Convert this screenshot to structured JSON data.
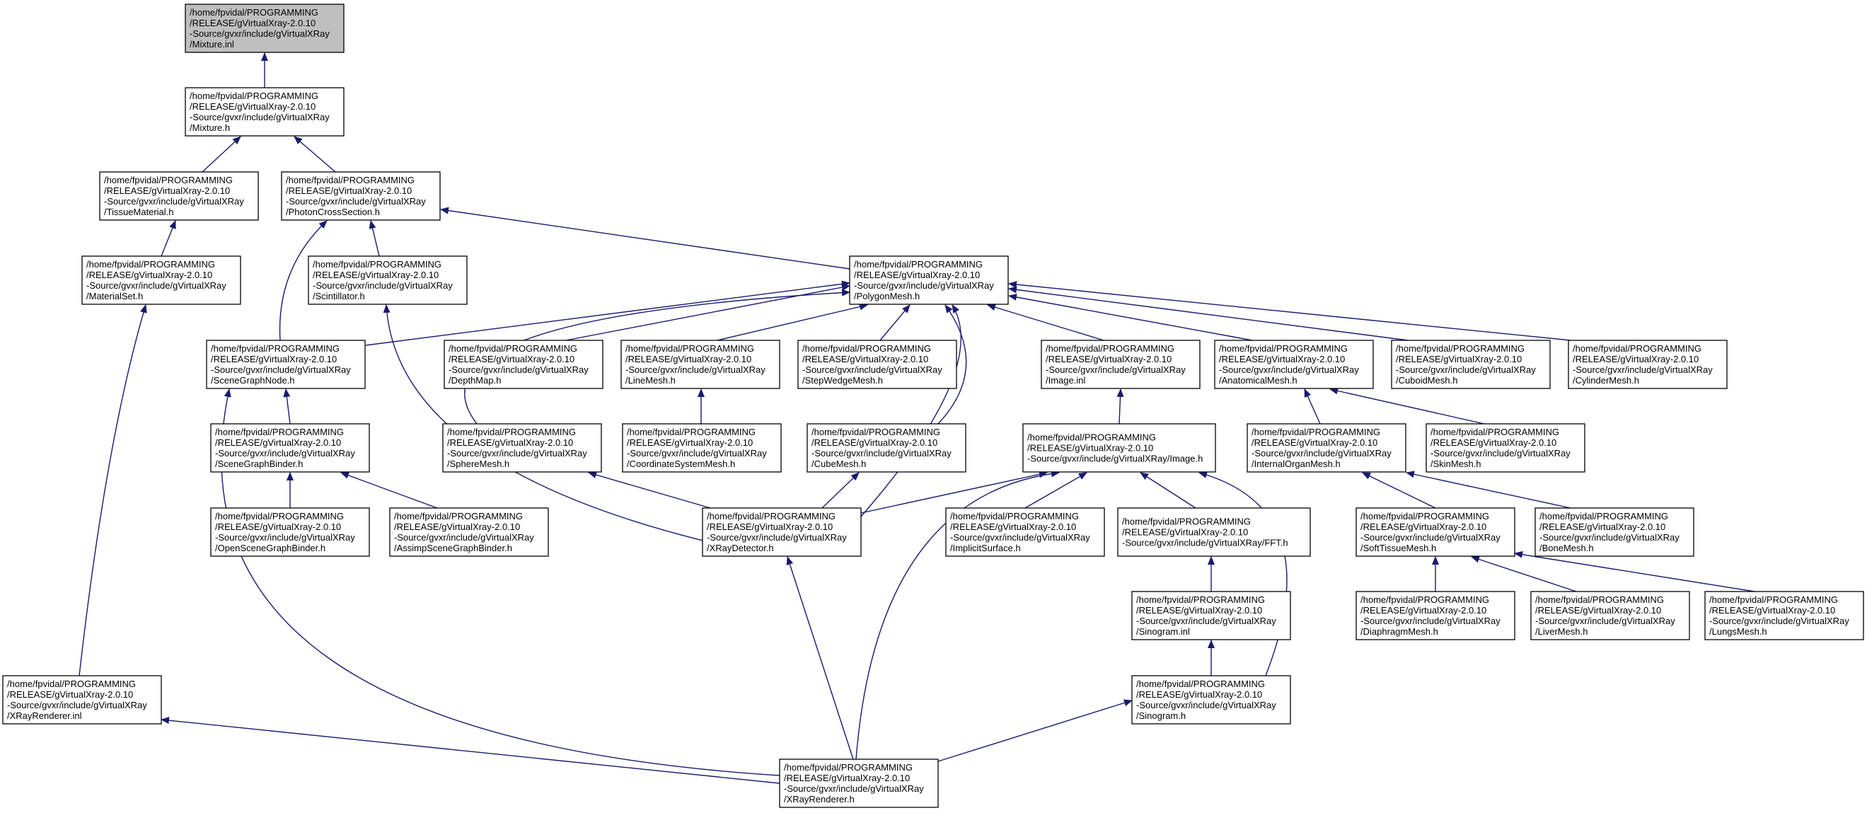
{
  "graph": {
    "colors": {
      "edge": "#191970",
      "root_fill": "#bfbfbf",
      "node_fill": "#ffffff",
      "node_border": "#000000"
    },
    "nodes": [
      {
        "id": "mixture_inl",
        "lines": [
          "/home/fpvidal/PROGRAMMING",
          "/RELEASE/gVirtualXray-2.0.10",
          "-Source/gvxr/include/gVirtualXRay",
          "/Mixture.inl"
        ],
        "root": true
      },
      {
        "id": "mixture_h",
        "lines": [
          "/home/fpvidal/PROGRAMMING",
          "/RELEASE/gVirtualXray-2.0.10",
          "-Source/gvxr/include/gVirtualXRay",
          "/Mixture.h"
        ]
      },
      {
        "id": "tissuematerial_h",
        "lines": [
          "/home/fpvidal/PROGRAMMING",
          "/RELEASE/gVirtualXray-2.0.10",
          "-Source/gvxr/include/gVirtualXRay",
          "/TissueMaterial.h"
        ]
      },
      {
        "id": "photoncrosssection_h",
        "lines": [
          "/home/fpvidal/PROGRAMMING",
          "/RELEASE/gVirtualXray-2.0.10",
          "-Source/gvxr/include/gVirtualXRay",
          "/PhotonCrossSection.h"
        ]
      },
      {
        "id": "materialset_h",
        "lines": [
          "/home/fpvidal/PROGRAMMING",
          "/RELEASE/gVirtualXray-2.0.10",
          "-Source/gvxr/include/gVirtualXRay",
          "/MaterialSet.h"
        ]
      },
      {
        "id": "scintillator_h",
        "lines": [
          "/home/fpvidal/PROGRAMMING",
          "/RELEASE/gVirtualXray-2.0.10",
          "-Source/gvxr/include/gVirtualXRay",
          "/Scintillator.h"
        ]
      },
      {
        "id": "polygonmesh_h",
        "lines": [
          "/home/fpvidal/PROGRAMMING",
          "/RELEASE/gVirtualXray-2.0.10",
          "-Source/gvxr/include/gVirtualXRay",
          "/PolygonMesh.h"
        ]
      },
      {
        "id": "scenegraphnode_h",
        "lines": [
          "/home/fpvidal/PROGRAMMING",
          "/RELEASE/gVirtualXray-2.0.10",
          "-Source/gvxr/include/gVirtualXRay",
          "/SceneGraphNode.h"
        ]
      },
      {
        "id": "depthmap_h",
        "lines": [
          "/home/fpvidal/PROGRAMMING",
          "/RELEASE/gVirtualXray-2.0.10",
          "-Source/gvxr/include/gVirtualXRay",
          "/DepthMap.h"
        ]
      },
      {
        "id": "linemesh_h",
        "lines": [
          "/home/fpvidal/PROGRAMMING",
          "/RELEASE/gVirtualXray-2.0.10",
          "-Source/gvxr/include/gVirtualXRay",
          "/LineMesh.h"
        ]
      },
      {
        "id": "stepwedgemesh_h",
        "lines": [
          "/home/fpvidal/PROGRAMMING",
          "/RELEASE/gVirtualXray-2.0.10",
          "-Source/gvxr/include/gVirtualXRay",
          "/StepWedgeMesh.h"
        ]
      },
      {
        "id": "image_inl",
        "lines": [
          "/home/fpvidal/PROGRAMMING",
          "/RELEASE/gVirtualXray-2.0.10",
          "-Source/gvxr/include/gVirtualXRay",
          "/Image.inl"
        ]
      },
      {
        "id": "anatomicalmesh_h",
        "lines": [
          "/home/fpvidal/PROGRAMMING",
          "/RELEASE/gVirtualXray-2.0.10",
          "-Source/gvxr/include/gVirtualXRay",
          "/AnatomicalMesh.h"
        ]
      },
      {
        "id": "cuboidmesh_h",
        "lines": [
          "/home/fpvidal/PROGRAMMING",
          "/RELEASE/gVirtualXray-2.0.10",
          "-Source/gvxr/include/gVirtualXRay",
          "/CuboidMesh.h"
        ]
      },
      {
        "id": "cylindermesh_h",
        "lines": [
          "/home/fpvidal/PROGRAMMING",
          "/RELEASE/gVirtualXray-2.0.10",
          "-Source/gvxr/include/gVirtualXRay",
          "/CylinderMesh.h"
        ]
      },
      {
        "id": "scenegraphbinder_h",
        "lines": [
          "/home/fpvidal/PROGRAMMING",
          "/RELEASE/gVirtualXray-2.0.10",
          "-Source/gvxr/include/gVirtualXRay",
          "/SceneGraphBinder.h"
        ]
      },
      {
        "id": "spheremesh_h",
        "lines": [
          "/home/fpvidal/PROGRAMMING",
          "/RELEASE/gVirtualXray-2.0.10",
          "-Source/gvxr/include/gVirtualXRay",
          "/SphereMesh.h"
        ]
      },
      {
        "id": "coordinatesystemmesh_h",
        "lines": [
          "/home/fpvidal/PROGRAMMING",
          "/RELEASE/gVirtualXray-2.0.10",
          "-Source/gvxr/include/gVirtualXRay",
          "/CoordinateSystemMesh.h"
        ]
      },
      {
        "id": "cubemesh_h",
        "lines": [
          "/home/fpvidal/PROGRAMMING",
          "/RELEASE/gVirtualXray-2.0.10",
          "-Source/gvxr/include/gVirtualXRay",
          "/CubeMesh.h"
        ]
      },
      {
        "id": "image_h",
        "lines": [
          "/home/fpvidal/PROGRAMMING",
          "/RELEASE/gVirtualXray-2.0.10",
          "-Source/gvxr/include/gVirtualXRay/Image.h"
        ]
      },
      {
        "id": "internalorganmesh_h",
        "lines": [
          "/home/fpvidal/PROGRAMMING",
          "/RELEASE/gVirtualXray-2.0.10",
          "-Source/gvxr/include/gVirtualXRay",
          "/InternalOrganMesh.h"
        ]
      },
      {
        "id": "skinmesh_h",
        "lines": [
          "/home/fpvidal/PROGRAMMING",
          "/RELEASE/gVirtualXray-2.0.10",
          "-Source/gvxr/include/gVirtualXRay",
          "/SkinMesh.h"
        ]
      },
      {
        "id": "openscenegraphbinder_h",
        "lines": [
          "/home/fpvidal/PROGRAMMING",
          "/RELEASE/gVirtualXray-2.0.10",
          "-Source/gvxr/include/gVirtualXRay",
          "/OpenSceneGraphBinder.h"
        ]
      },
      {
        "id": "assimpscenegraphbinder_h",
        "lines": [
          "/home/fpvidal/PROGRAMMING",
          "/RELEASE/gVirtualXray-2.0.10",
          "-Source/gvxr/include/gVirtualXRay",
          "/AssimpSceneGraphBinder.h"
        ]
      },
      {
        "id": "xraydetector_h",
        "lines": [
          "/home/fpvidal/PROGRAMMING",
          "/RELEASE/gVirtualXray-2.0.10",
          "-Source/gvxr/include/gVirtualXRay",
          "/XRayDetector.h"
        ]
      },
      {
        "id": "implicitsurface_h",
        "lines": [
          "/home/fpvidal/PROGRAMMING",
          "/RELEASE/gVirtualXray-2.0.10",
          "-Source/gvxr/include/gVirtualXRay",
          "/ImplicitSurface.h"
        ]
      },
      {
        "id": "fft_h",
        "lines": [
          "/home/fpvidal/PROGRAMMING",
          "/RELEASE/gVirtualXray-2.0.10",
          "-Source/gvxr/include/gVirtualXRay/FFT.h"
        ]
      },
      {
        "id": "softtissuemesh_h",
        "lines": [
          "/home/fpvidal/PROGRAMMING",
          "/RELEASE/gVirtualXray-2.0.10",
          "-Source/gvxr/include/gVirtualXRay",
          "/SoftTissueMesh.h"
        ]
      },
      {
        "id": "bonemesh_h",
        "lines": [
          "/home/fpvidal/PROGRAMMING",
          "/RELEASE/gVirtualXray-2.0.10",
          "-Source/gvxr/include/gVirtualXRay",
          "/BoneMesh.h"
        ]
      },
      {
        "id": "sinogram_inl",
        "lines": [
          "/home/fpvidal/PROGRAMMING",
          "/RELEASE/gVirtualXray-2.0.10",
          "-Source/gvxr/include/gVirtualXRay",
          "/Sinogram.inl"
        ]
      },
      {
        "id": "diaphragmmesh_h",
        "lines": [
          "/home/fpvidal/PROGRAMMING",
          "/RELEASE/gVirtualXray-2.0.10",
          "-Source/gvxr/include/gVirtualXRay",
          "/DiaphragmMesh.h"
        ]
      },
      {
        "id": "livermesh_h",
        "lines": [
          "/home/fpvidal/PROGRAMMING",
          "/RELEASE/gVirtualXray-2.0.10",
          "-Source/gvxr/include/gVirtualXRay",
          "/LiverMesh.h"
        ]
      },
      {
        "id": "lungsmesh_h",
        "lines": [
          "/home/fpvidal/PROGRAMMING",
          "/RELEASE/gVirtualXray-2.0.10",
          "-Source/gvxr/include/gVirtualXRay",
          "/LungsMesh.h"
        ]
      },
      {
        "id": "xrayrenderer_inl",
        "lines": [
          "/home/fpvidal/PROGRAMMING",
          "/RELEASE/gVirtualXray-2.0.10",
          "-Source/gvxr/include/gVirtualXRay",
          "/XRayRenderer.inl"
        ]
      },
      {
        "id": "sinogram_h",
        "lines": [
          "/home/fpvidal/PROGRAMMING",
          "/RELEASE/gVirtualXray-2.0.10",
          "-Source/gvxr/include/gVirtualXRay",
          "/Sinogram.h"
        ]
      },
      {
        "id": "xrayrenderer_h",
        "lines": [
          "/home/fpvidal/PROGRAMMING",
          "/RELEASE/gVirtualXray-2.0.10",
          "-Source/gvxr/include/gVirtualXRay",
          "/XRayRenderer.h"
        ]
      }
    ],
    "edges": [
      {
        "from": "mixture_h",
        "to": "mixture_inl"
      },
      {
        "from": "tissuematerial_h",
        "to": "mixture_h"
      },
      {
        "from": "photoncrosssection_h",
        "to": "mixture_h"
      },
      {
        "from": "materialset_h",
        "to": "tissuematerial_h"
      },
      {
        "from": "scintillator_h",
        "to": "photoncrosssection_h"
      },
      {
        "from": "polygonmesh_h",
        "to": "photoncrosssection_h"
      },
      {
        "from": "scenegraphnode_h",
        "to": "photoncrosssection_h"
      },
      {
        "from": "xrayrenderer_inl",
        "to": "materialset_h"
      },
      {
        "from": "xraydetector_h",
        "to": "scintillator_h"
      },
      {
        "from": "scenegraphnode_h",
        "to": "polygonmesh_h"
      },
      {
        "from": "depthmap_h",
        "to": "polygonmesh_h"
      },
      {
        "from": "linemesh_h",
        "to": "polygonmesh_h"
      },
      {
        "from": "stepwedgemesh_h",
        "to": "polygonmesh_h"
      },
      {
        "from": "image_inl",
        "to": "polygonmesh_h"
      },
      {
        "from": "anatomicalmesh_h",
        "to": "polygonmesh_h"
      },
      {
        "from": "cuboidmesh_h",
        "to": "polygonmesh_h"
      },
      {
        "from": "cylindermesh_h",
        "to": "polygonmesh_h"
      },
      {
        "from": "spheremesh_h",
        "to": "polygonmesh_h"
      },
      {
        "from": "cubemesh_h",
        "to": "polygonmesh_h"
      },
      {
        "from": "xraydetector_h",
        "to": "polygonmesh_h"
      },
      {
        "from": "scenegraphbinder_h",
        "to": "scenegraphnode_h"
      },
      {
        "from": "xrayrenderer_h",
        "to": "scenegraphnode_h"
      },
      {
        "from": "coordinatesystemmesh_h",
        "to": "linemesh_h"
      },
      {
        "from": "image_h",
        "to": "image_inl"
      },
      {
        "from": "internalorganmesh_h",
        "to": "anatomicalmesh_h"
      },
      {
        "from": "skinmesh_h",
        "to": "anatomicalmesh_h"
      },
      {
        "from": "openscenegraphbinder_h",
        "to": "scenegraphbinder_h"
      },
      {
        "from": "assimpscenegraphbinder_h",
        "to": "scenegraphbinder_h"
      },
      {
        "from": "xraydetector_h",
        "to": "spheremesh_h"
      },
      {
        "from": "xraydetector_h",
        "to": "cubemesh_h"
      },
      {
        "from": "xraydetector_h",
        "to": "image_h"
      },
      {
        "from": "implicitsurface_h",
        "to": "image_h"
      },
      {
        "from": "fft_h",
        "to": "image_h"
      },
      {
        "from": "sinogram_h",
        "to": "image_h"
      },
      {
        "from": "xrayrenderer_h",
        "to": "image_h"
      },
      {
        "from": "softtissuemesh_h",
        "to": "internalorganmesh_h"
      },
      {
        "from": "bonemesh_h",
        "to": "internalorganmesh_h"
      },
      {
        "from": "xrayrenderer_h",
        "to": "xraydetector_h"
      },
      {
        "from": "sinogram_inl",
        "to": "fft_h"
      },
      {
        "from": "diaphragmmesh_h",
        "to": "softtissuemesh_h"
      },
      {
        "from": "livermesh_h",
        "to": "softtissuemesh_h"
      },
      {
        "from": "lungsmesh_h",
        "to": "softtissuemesh_h"
      },
      {
        "from": "sinogram_h",
        "to": "sinogram_inl"
      },
      {
        "from": "xrayrenderer_h",
        "to": "xrayrenderer_inl"
      },
      {
        "from": "xrayrenderer_h",
        "to": "sinogram_h"
      }
    ]
  }
}
